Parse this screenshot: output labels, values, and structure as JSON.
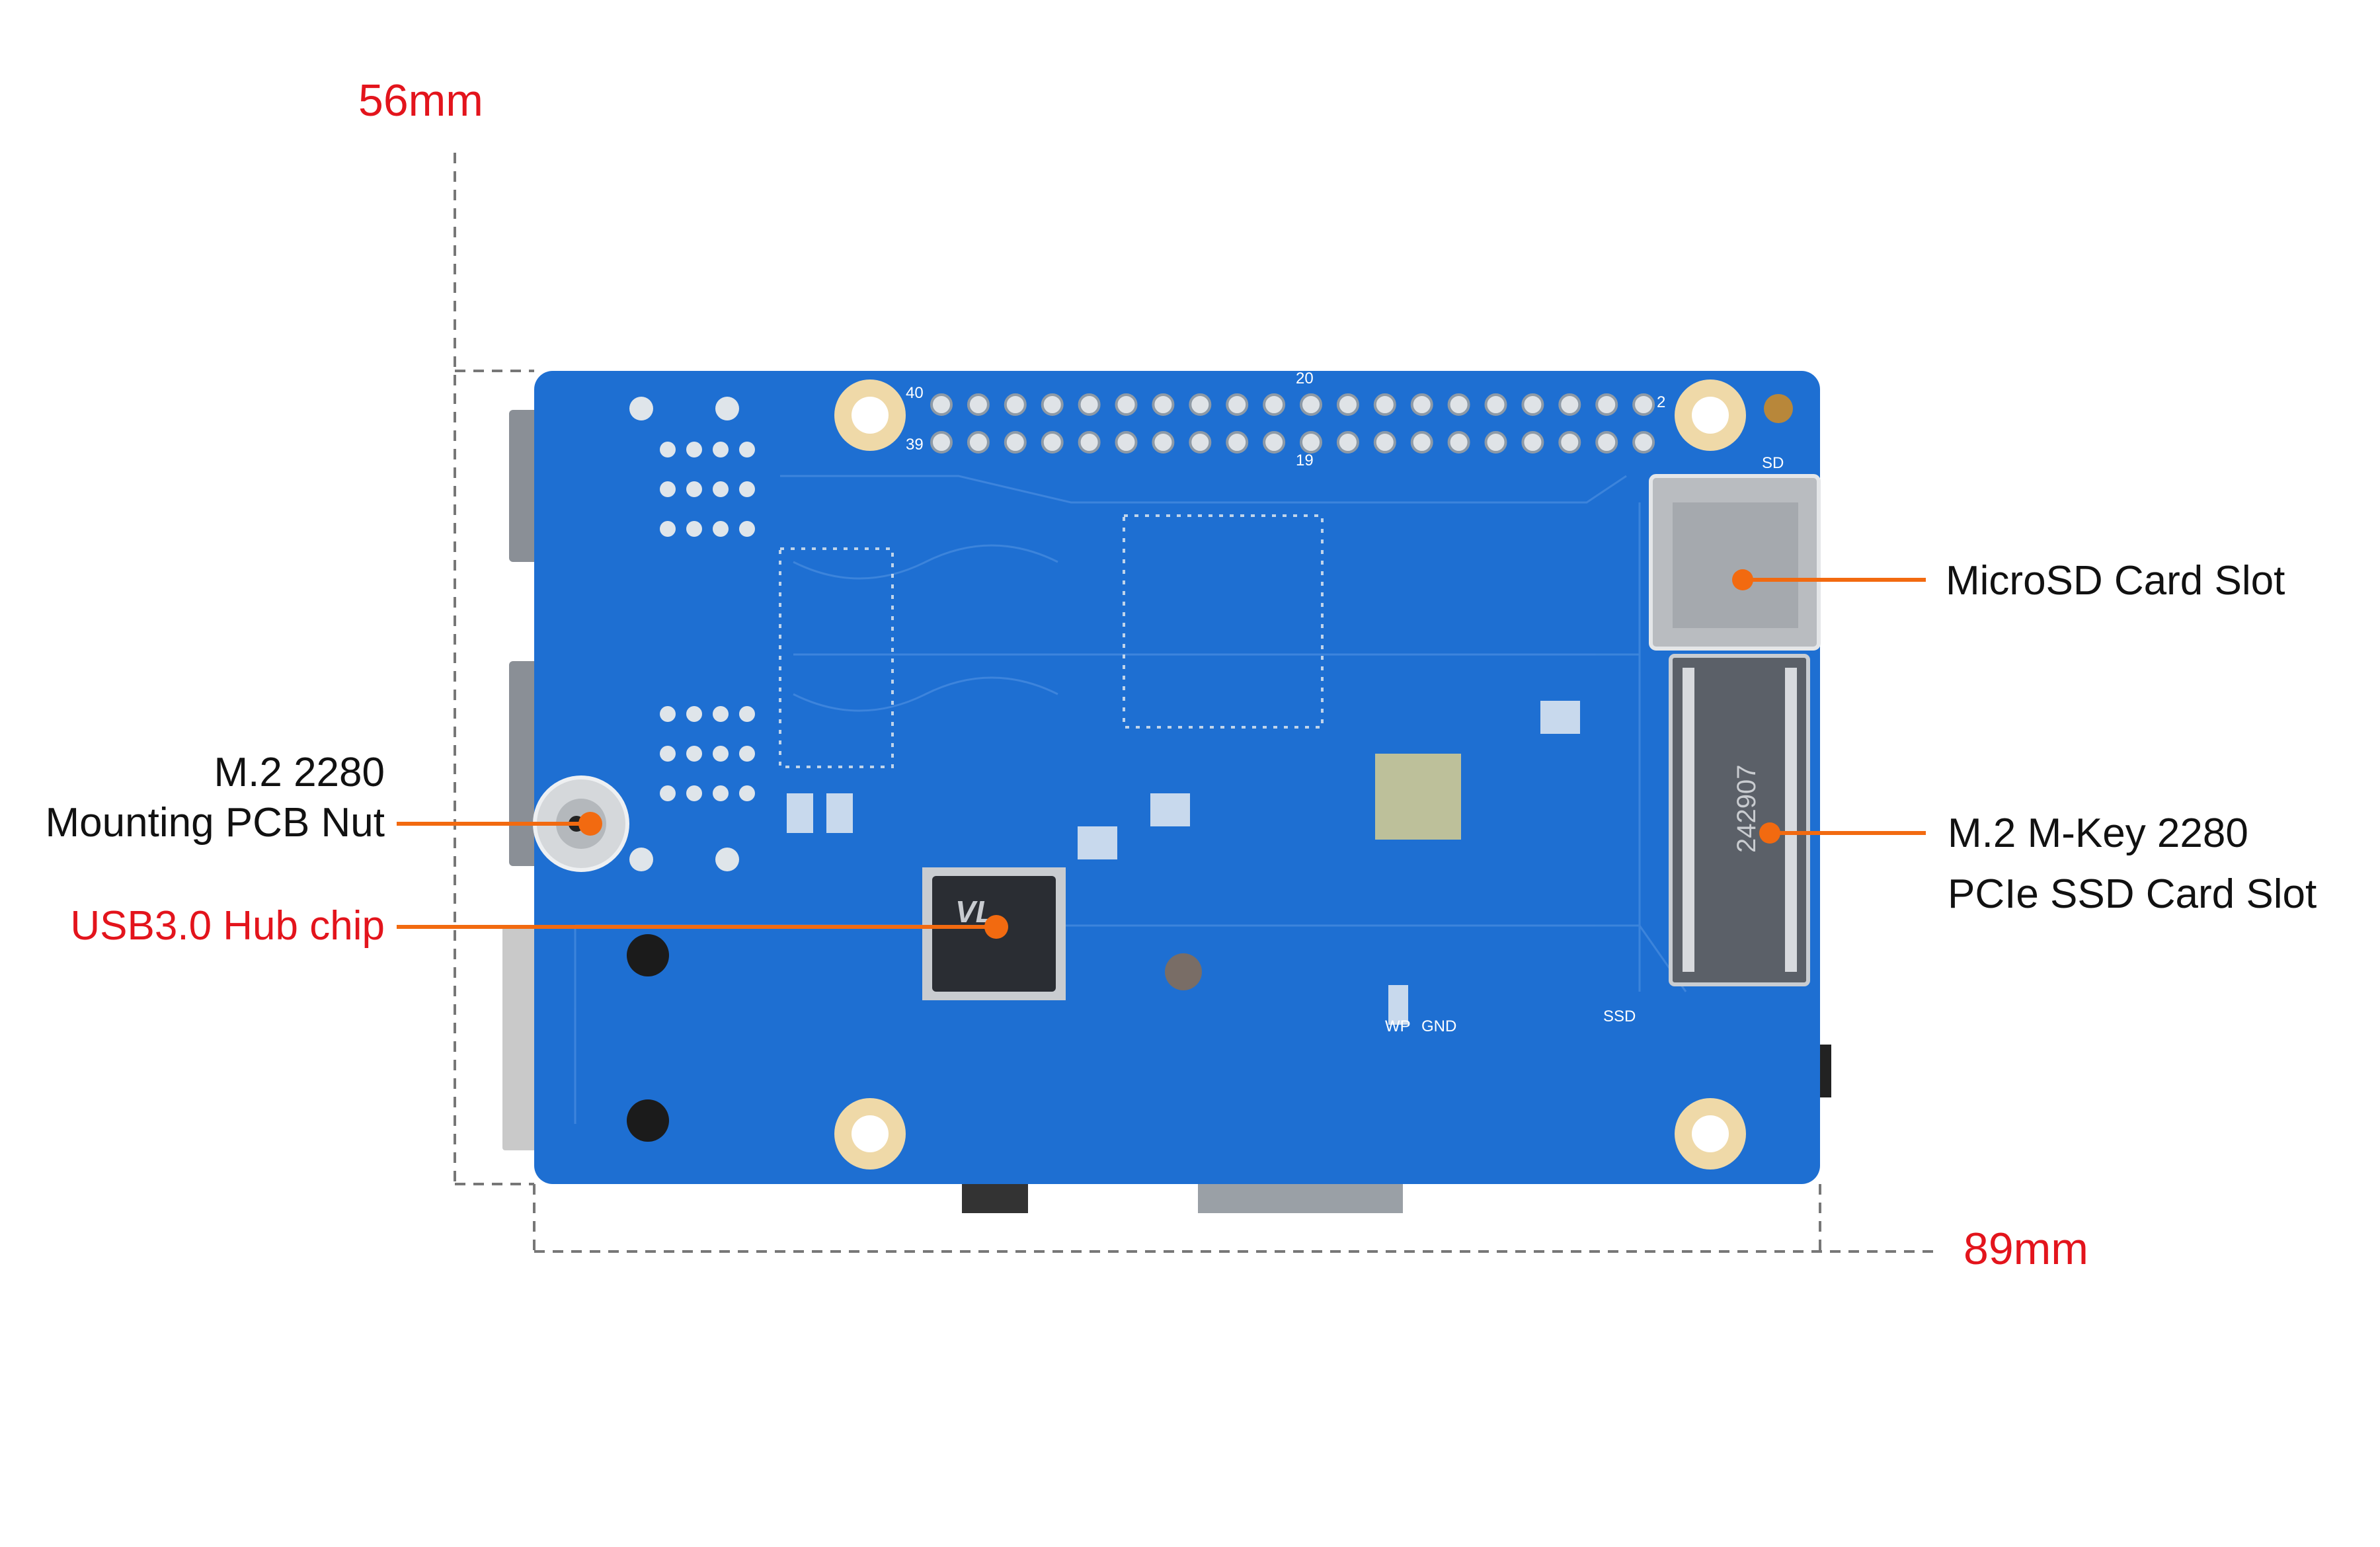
{
  "dimensions": {
    "width_label": "56mm",
    "length_label": "89mm"
  },
  "callouts": {
    "microsd": "MicroSD Card Slot",
    "m2_slot_line1": "M.2 M-Key 2280",
    "m2_slot_line2": "PCIe SSD Card Slot",
    "nut_line1": "M.2 2280",
    "nut_line2": "Mounting PCB Nut",
    "usb_hub": "USB3.0 Hub chip"
  },
  "board_marks": {
    "chip_text": "VL",
    "m2_text": "242907",
    "sd_mark": "SD",
    "ssd_mark": "SSD",
    "pin_20": "20",
    "pin_19": "19",
    "pin_40": "40",
    "pin_39": "39",
    "pin_2": "2",
    "wp": "WP",
    "gnd": "GND"
  },
  "colors": {
    "accent_line": "#f26a10",
    "dimension_text": "#e3141c",
    "board": "#1e6fd2"
  }
}
